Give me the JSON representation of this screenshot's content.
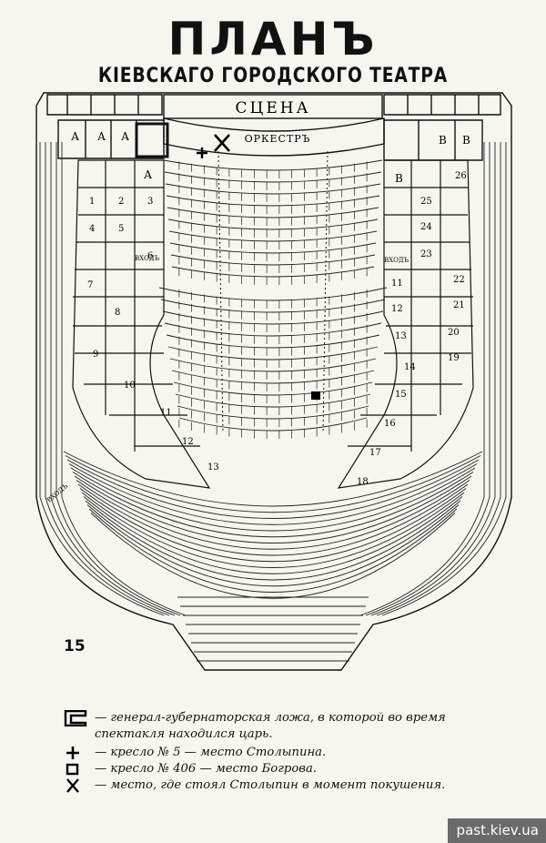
{
  "title": "ПЛАНЪ",
  "subtitle": "КІЕВСКАГО ГОРОДСКОГО ТЕАТРА",
  "plan": {
    "stage": "СЦЕНА",
    "orchestra": "ОРКЕСТРЪ",
    "entrance": "ВХОДЪ",
    "box_letter_left": "А",
    "box_letter_right": "В",
    "left_box_numbers": [
      "1",
      "2",
      "3",
      "4",
      "5",
      "6",
      "7",
      "8",
      "9",
      "10",
      "11",
      "12",
      "13"
    ],
    "right_box_numbers": [
      "11",
      "12",
      "13",
      "14",
      "15",
      "16",
      "17",
      "18",
      "19",
      "20",
      "21",
      "22",
      "23",
      "24",
      "25",
      "26"
    ]
  },
  "page_number": "15",
  "legend": [
    {
      "symbol": "governor-box",
      "text": "— генерал-губернаторская ложа, в которой во время спектакля находился царь."
    },
    {
      "symbol": "plus",
      "text": "— кресло № 5 — место Столыпина."
    },
    {
      "symbol": "square",
      "text": "— кресло № 406 — место Богрова."
    },
    {
      "symbol": "cross",
      "text": "— место, где стоял Столыпин в момент покушения."
    }
  ],
  "watermark": "past.kiev.ua"
}
